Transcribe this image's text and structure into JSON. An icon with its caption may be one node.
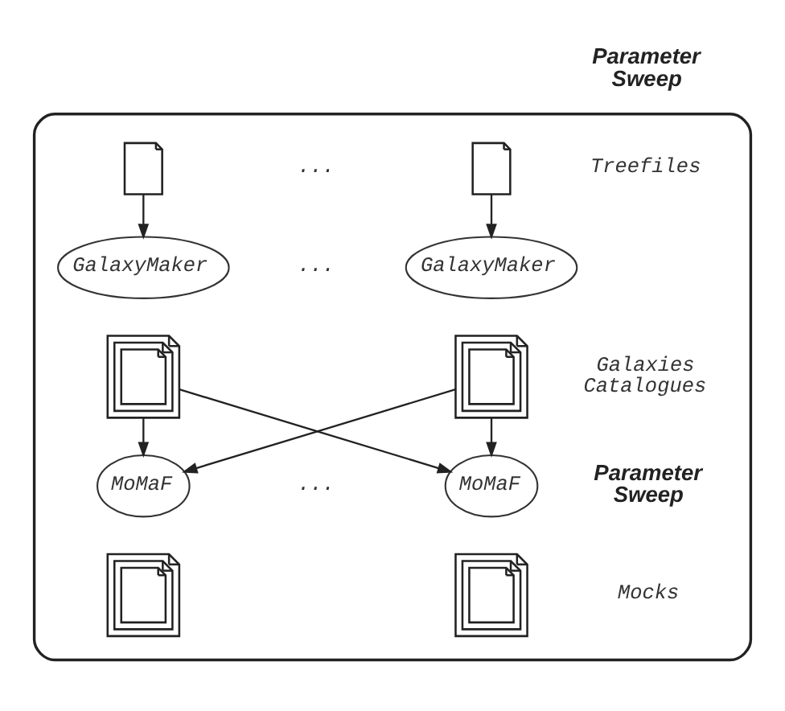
{
  "diagram": {
    "nodes": [
      {
        "text": [],
        "shape": "box"
      },
      {
        "text": [],
        "shape": "document",
        "in": 0
      },
      {
        "text": [],
        "shape": "document",
        "in": 0
      },
      {
        "text": [
          "GalaxyMaker"
        ],
        "in": 0
      },
      {
        "text": [
          "GalaxyMaker"
        ],
        "in": 0
      },
      {
        "text": [],
        "shape": "documents",
        "in": 0
      },
      {
        "text": [],
        "shape": "documents",
        "in": 0
      },
      {
        "text": [
          "MoMaF"
        ],
        "in": 0
      },
      {
        "text": [
          "MoMaF"
        ],
        "in": 0
      },
      {
        "text": [],
        "shape": "documents",
        "in": 0
      },
      {
        "text": [],
        "shape": "documents",
        "in": 0
      }
    ],
    "edges": [
      {
        "from": 1,
        "to": 3,
        "arrow": "to"
      },
      {
        "from": 2,
        "to": 4,
        "arrow": "to"
      },
      {
        "from": 5,
        "to": 7,
        "arrow": "to"
      },
      {
        "from": 5,
        "to": 8,
        "arrow": "to"
      },
      {
        "from": 6,
        "to": 7,
        "arrow": "to"
      },
      {
        "from": 6,
        "to": 8,
        "arrow": "to"
      }
    ],
    "labels": [
      "Parameter Sweep",
      "...",
      "Treefiles",
      "...",
      "Galaxies Catalogues",
      "...",
      "Parameter Sweep",
      "Mocks"
    ]
  }
}
